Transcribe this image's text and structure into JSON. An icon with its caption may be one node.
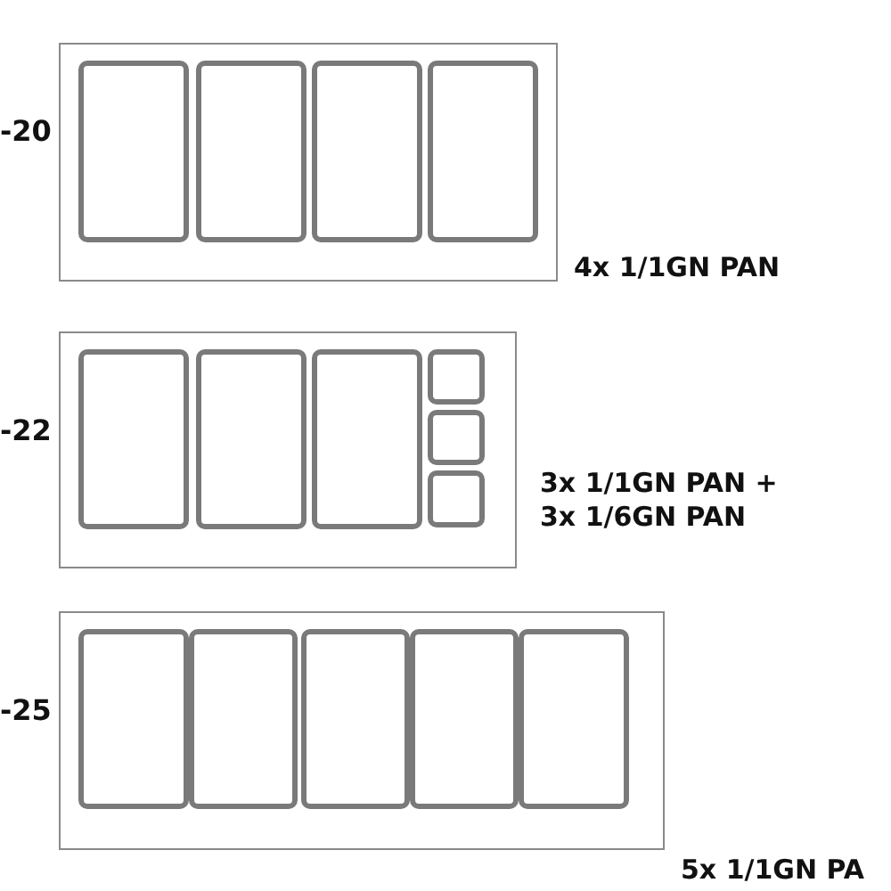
{
  "diagram": {
    "nodes": [
      {
        "text": [],
        "shape": "box",
        "beside": [
          "-20",
          "4x 1/1GN PAN"
        ]
      },
      {
        "text": [],
        "shape": "box",
        "in": 0
      },
      {
        "text": [],
        "shape": "box",
        "in": 0
      },
      {
        "text": [],
        "shape": "box",
        "in": 0
      },
      {
        "text": [],
        "shape": "box",
        "in": 0
      },
      {
        "text": [],
        "shape": "box",
        "beside": [
          "-22",
          "3x 1/1GN PAN + 3x 1/6GN PAN"
        ]
      },
      {
        "text": [],
        "shape": "box",
        "in": 5
      },
      {
        "text": [],
        "shape": "box",
        "in": 5
      },
      {
        "text": [],
        "shape": "box",
        "in": 5
      },
      {
        "text": [],
        "shape": "box",
        "in": 5
      },
      {
        "text": [],
        "shape": "box",
        "in": 5
      },
      {
        "text": [],
        "shape": "box",
        "in": 5
      },
      {
        "text": [],
        "shape": "box",
        "beside": [
          "-25",
          "5x 1/1GN PA"
        ]
      },
      {
        "text": [],
        "shape": "box",
        "in": 12
      },
      {
        "text": [],
        "shape": "box",
        "in": 12
      },
      {
        "text": [],
        "shape": "box",
        "in": 12
      },
      {
        "text": [],
        "shape": "box",
        "in": 12
      },
      {
        "text": [],
        "shape": "box",
        "in": 12
      }
    ]
  }
}
